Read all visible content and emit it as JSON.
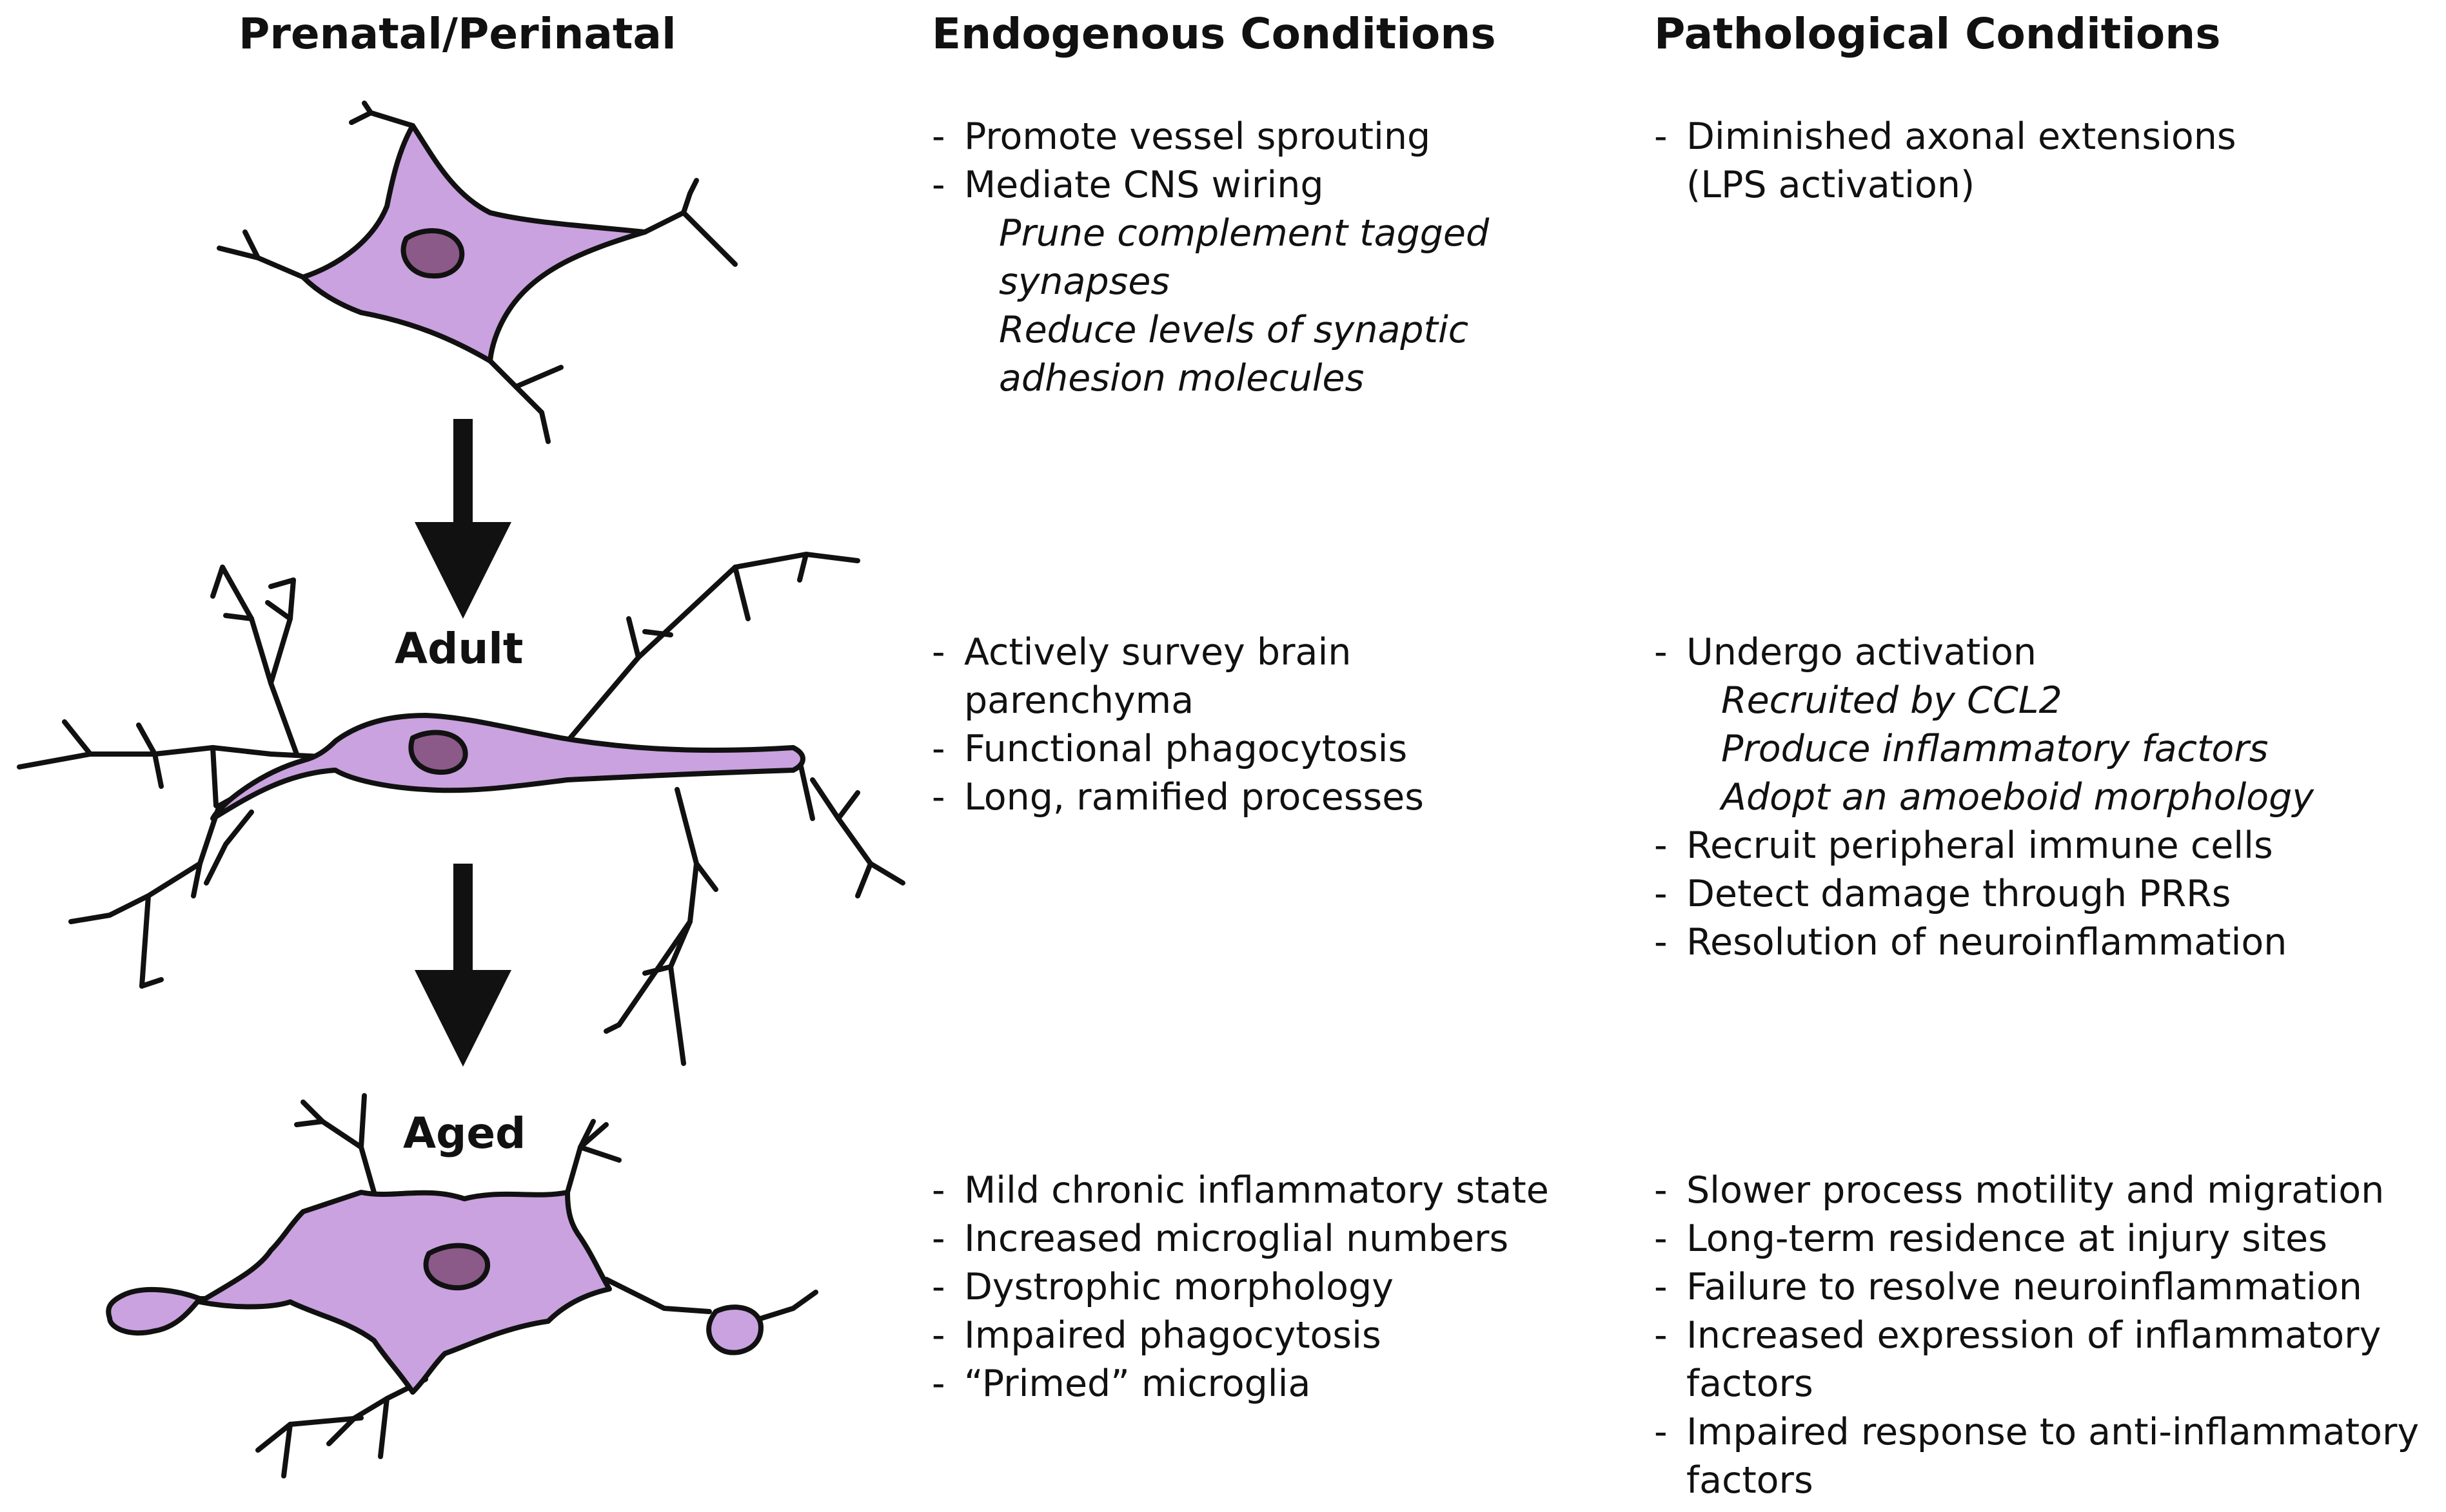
{
  "headers": {
    "stage": "Prenatal/Perinatal",
    "endogenous": "Endogenous Conditions",
    "pathological": "Pathological Conditions"
  },
  "stages": {
    "adult": "Adult",
    "aged": "Aged"
  },
  "colors": {
    "cell_fill": "#c9a2df",
    "nucleus_fill": "#8b5a88",
    "outline": "#111111"
  },
  "prenatal": {
    "endogenous": [
      {
        "text": "Promote vessel sprouting",
        "sub": false
      },
      {
        "text": "Mediate CNS wiring",
        "sub": false
      },
      {
        "text": "Prune complement tagged",
        "sub": true
      },
      {
        "text": "synapses",
        "sub": true
      },
      {
        "text": "Reduce levels of synaptic",
        "sub": true
      },
      {
        "text": "adhesion molecules",
        "sub": true
      }
    ],
    "pathological": [
      {
        "text": "Diminished axonal extensions (LPS activation)",
        "sub": false
      }
    ]
  },
  "adult": {
    "endogenous": [
      {
        "text": "Actively survey brain parenchyma",
        "sub": false
      },
      {
        "text": "Functional phagocytosis",
        "sub": false
      },
      {
        "text": "Long, ramified processes",
        "sub": false
      }
    ],
    "pathological": [
      {
        "text": "Undergo activation",
        "sub": false
      },
      {
        "text": "Recruited by CCL2",
        "sub": true
      },
      {
        "text": "Produce inflammatory factors",
        "sub": true
      },
      {
        "text": "Adopt an amoeboid morphology",
        "sub": true
      },
      {
        "text": "Recruit peripheral immune cells",
        "sub": false
      },
      {
        "text": "Detect damage through PRRs",
        "sub": false
      },
      {
        "text": "Resolution of neuroinflammation",
        "sub": false
      }
    ]
  },
  "aged": {
    "endogenous": [
      {
        "text": "Mild chronic inflammatory state",
        "sub": false
      },
      {
        "text": "Increased microglial numbers",
        "sub": false
      },
      {
        "text": "Dystrophic morphology",
        "sub": false
      },
      {
        "text": "Impaired phagocytosis",
        "sub": false
      },
      {
        "text": "“Primed” microglia",
        "sub": false
      }
    ],
    "pathological": [
      {
        "text": "Slower process motility and migration",
        "sub": false
      },
      {
        "text": "Long-term residence at injury sites",
        "sub": false
      },
      {
        "text": "Failure to resolve neuroinflammation",
        "sub": false
      },
      {
        "text": "Increased expression of inflammatory factors",
        "sub": false
      },
      {
        "text": "Impaired response to anti-inflammatory factors",
        "sub": false
      }
    ]
  }
}
